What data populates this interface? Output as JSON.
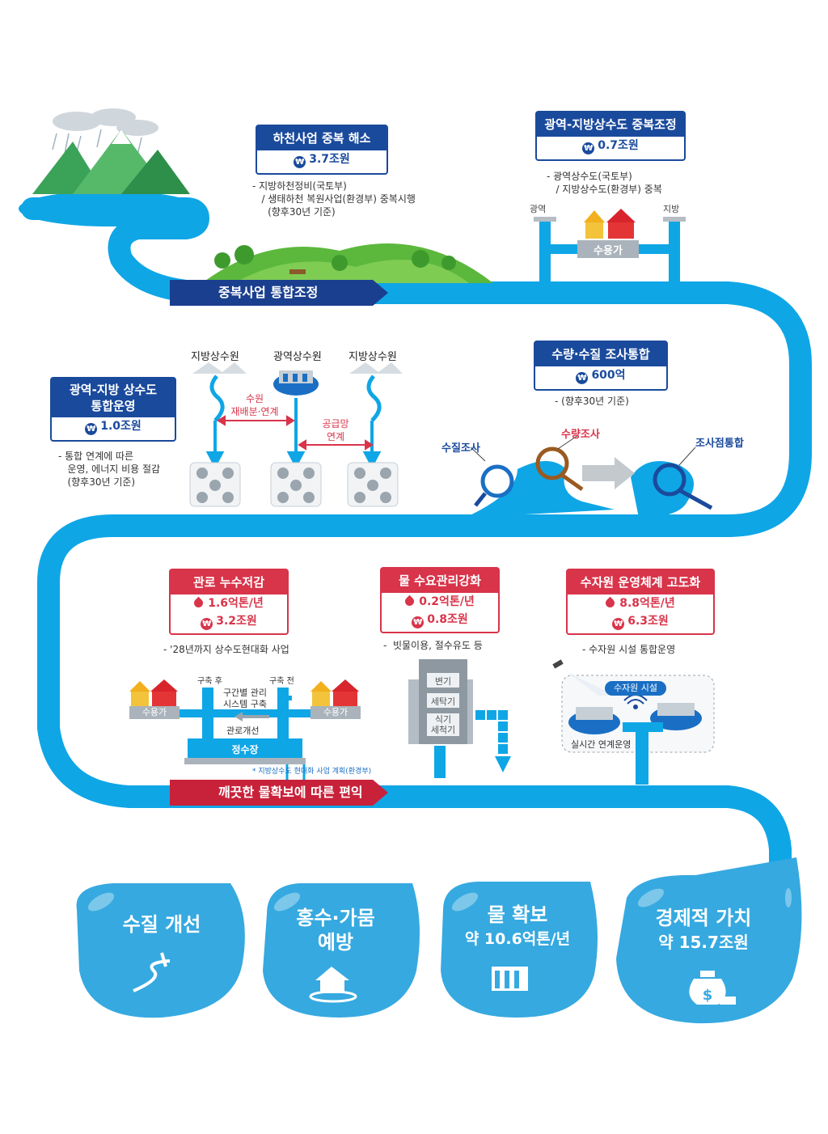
{
  "colors": {
    "water": "#0fa6e6",
    "navy": "#1a4a9c",
    "red": "#d8344a",
    "green": "#5cb83c"
  },
  "icons": [
    "mountain-rain-icon",
    "house-icon",
    "magnifier-icon",
    "dam-icon",
    "building-icon",
    "wifi-icon",
    "satellite-icon",
    "river-icon",
    "flood-house-icon",
    "dam-gate-icon",
    "money-bag-icon"
  ],
  "card_river": {
    "title": "하천사업 중복 해소",
    "amount": "3.7조원",
    "note": "- 지방하천정비(국토부)\n   / 생태하천 복원사업(환경부) 중복시행\n     (향후30년 기준)"
  },
  "card_supply": {
    "title": "광역-지방상수도 중복조정",
    "amount": "0.7조원",
    "note": "- 광역상수도(국토부)\n   / 지방상수도(환경부) 중복"
  },
  "supply_diagram": {
    "left": "광역",
    "right": "지방",
    "customer": "수용가"
  },
  "banner1": "중복사업 통합조정",
  "card_ops": {
    "title1": "광역-지방 상수도",
    "title2": "통합운영",
    "amount": "1.0조원",
    "note": "- 통합 연계에 따른\n   운영, 에너지 비용 절감\n   (향후30년 기준)"
  },
  "sources": {
    "s1": "지방상수원",
    "s2": "광역상수원",
    "s3": "지방상수원",
    "link1a": "수원",
    "link1b": "재배분·연계",
    "link2a": "공급망",
    "link2b": "연계"
  },
  "card_survey": {
    "title": "수량·수질 조사통합",
    "amount": "600억",
    "note": "- (향후30년 기준)"
  },
  "survey": {
    "quality": "수질조사",
    "quantity": "수량조사",
    "integrated": "조사점통합"
  },
  "card_leak": {
    "title": "관로 누수저감",
    "water": "1.6억톤/년",
    "amount": "3.2조원",
    "note": "- '28년까지 상수도현대화 사업"
  },
  "card_demand": {
    "title": "물 수요관리강화",
    "water": "0.2억톤/년",
    "amount": "0.8조원",
    "note": "-  빗물이용, 절수유도 등"
  },
  "card_resource": {
    "title": "수자원 운영체계 고도화",
    "water": "8.8억톤/년",
    "amount": "6.3조원",
    "note": "- 수자원 시설 통합운영"
  },
  "pipe_diagram": {
    "after": "구축 후",
    "before": "구축 전",
    "system1": "구간별 관리",
    "system2": "시스템 구축",
    "customer_l": "수용가",
    "customer_r": "수용가",
    "improve": "관로개선",
    "plant": "정수장",
    "footnote": "* 지방상수도 현대화 사업 계획(환경부)"
  },
  "building": {
    "f1": "변기",
    "f2": "세탁기",
    "f3a": "식기",
    "f3b": "세척기"
  },
  "resource_diagram": {
    "facility": "수자원 시설",
    "realtime": "실시간 연계운영"
  },
  "banner2": "깨끗한 물확보에 따른 편익",
  "benefits": {
    "b1": "수질 개선",
    "b2a": "홍수·가뭄",
    "b2b": "예방",
    "b3a": "물 확보",
    "b3b": "약 10.6억톤/년",
    "b4a": "경제적 가치",
    "b4b": "약 15.7조원"
  }
}
